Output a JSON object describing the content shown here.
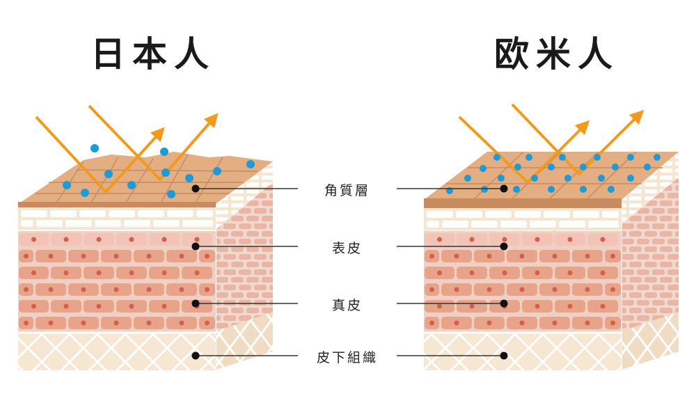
{
  "titles": {
    "left": "日本人",
    "right": "欧米人"
  },
  "layers": [
    {
      "id": "stratum-corneum",
      "label": "角質層"
    },
    {
      "id": "epidermis",
      "label": "表皮"
    },
    {
      "id": "dermis",
      "label": "真皮"
    },
    {
      "id": "subcutaneous",
      "label": "皮下組織"
    }
  ],
  "colors": {
    "arrow": "#f29a1e",
    "water_dot": "#1e9ad6",
    "corneum_top": "#e2ae82",
    "corneum_edge": "#c98a5e",
    "epidermis_band": "#f5e6d2",
    "cell": "#e8a48a",
    "cell_row_light": "#f2c3b6",
    "nucleus": "#d2604c",
    "subcutaneous": "#f6e7d3",
    "lattice": "#ffffff",
    "leader_line": "#333333"
  }
}
